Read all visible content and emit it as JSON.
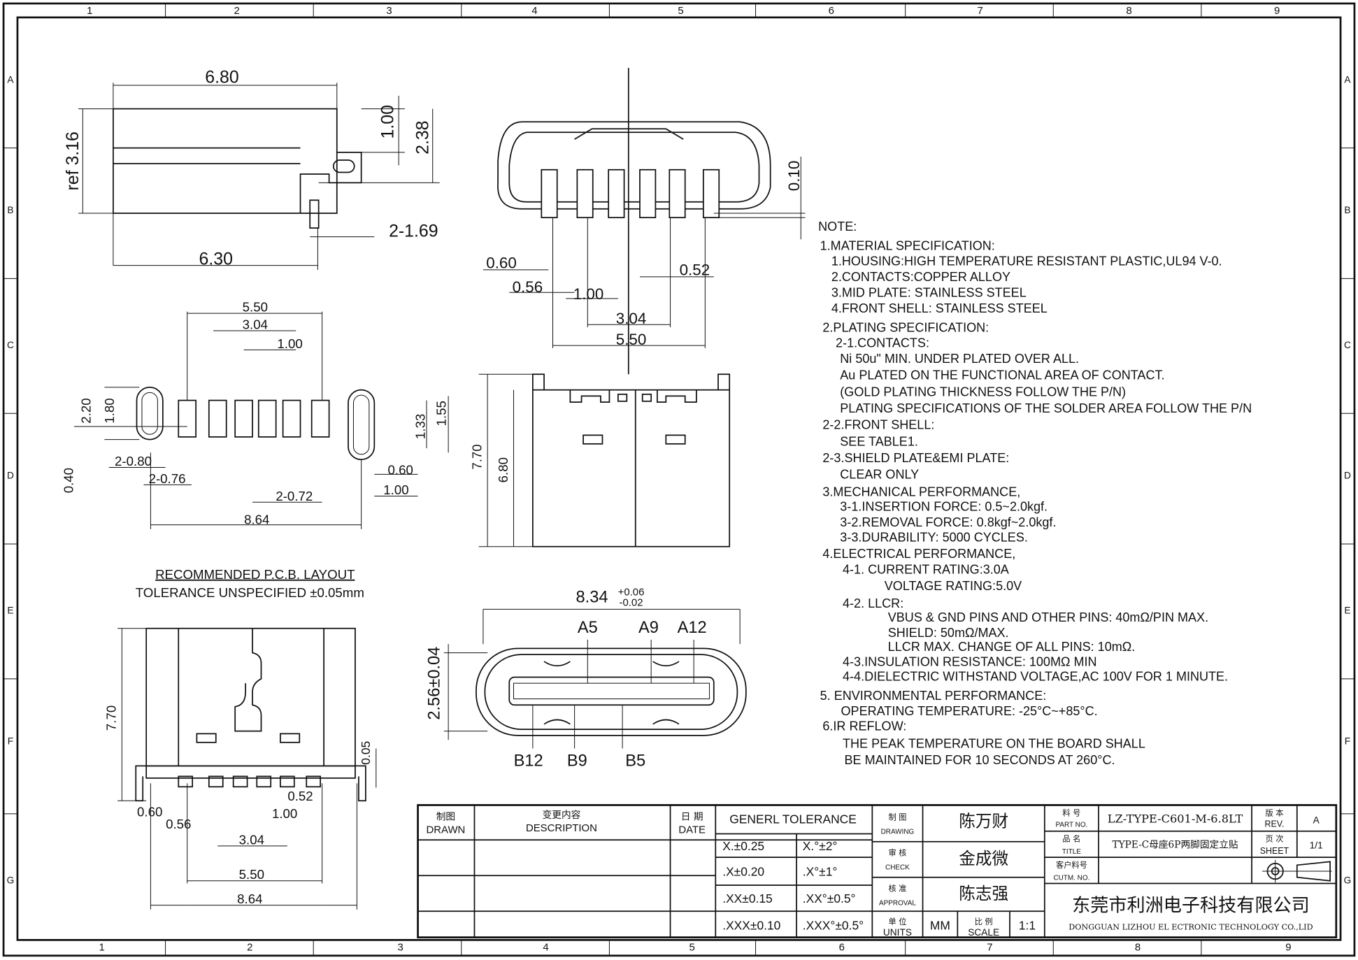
{
  "frame": {
    "zones_top": [
      "1",
      "2",
      "3",
      "4",
      "5",
      "6",
      "7",
      "8",
      "9"
    ],
    "zones_bottom": [
      "1",
      "2",
      "3",
      "4",
      "5",
      "6",
      "7",
      "8",
      "9"
    ],
    "rows_left": [
      "A",
      "B",
      "C",
      "D",
      "E",
      "F",
      "G"
    ],
    "rows_right": [
      "A",
      "B",
      "C",
      "D",
      "E",
      "F",
      "G"
    ]
  },
  "side_view": {
    "d_width_top": "6.80",
    "d_ref": "ref 3.16",
    "d_tab": "1.00",
    "d_height": "2.38",
    "d_pin": "2-1.69",
    "d_width_bottom": "6.30"
  },
  "front_view": {
    "d_gap": "0.10",
    "d_a": "0.60",
    "d_b": "0.56",
    "d_pitch": "1.00",
    "d_c": "0.52",
    "d_inner": "3.04",
    "d_outer": "5.50"
  },
  "pcb_layout": {
    "d_outer": "5.50",
    "d_inner": "3.04",
    "d_pitch": "1.00",
    "d_slot_h": "2.20",
    "d_slot_w": "1.80",
    "d_pad_a": "1.33",
    "d_pad_b": "1.55",
    "d_offset": "0.40",
    "d_slot1": "2-0.80",
    "d_slot2": "2-0.76",
    "d_pad_w": "2-0.72",
    "d_right1": "0.60",
    "d_right2": "1.00",
    "d_total": "8.64",
    "title": "RECOMMENDED   P.C.B. LAYOUT",
    "tolerance": "TOLERANCE  UNSPECIFIED  ±0.05mm"
  },
  "bottom_view": {
    "d_height": "7.70",
    "d_gap": "0.05",
    "d_a": "0.52",
    "d_pitch": "1.00",
    "d_b": "0.60",
    "d_c": "0.56",
    "d_inner": "3.04",
    "d_mid": "5.50",
    "d_total": "8.64"
  },
  "side_view_2": {
    "d_height": "7.70",
    "d_body": "6.80"
  },
  "face_view": {
    "d_width": "8.34",
    "d_tol_plus": "+0.06",
    "d_tol_minus": "-0.02",
    "d_height": "2.56±0.04",
    "pins_top": [
      "A5",
      "A9",
      "A12"
    ],
    "pins_bottom": [
      "B12",
      "B9",
      "B5"
    ]
  },
  "notes": [
    "NOTE:",
    "1.MATERIAL  SPECIFICATION:",
    "1.HOUSING:HIGH  TEMPERATURE  RESISTANT  PLASTIC,UL94  V-0.",
    "2.CONTACTS:COPPER  ALLOY",
    "3.MID  PLATE:  STAINLESS  STEEL",
    "4.FRONT  SHELL:  STAINLESS  STEEL",
    "2.PLATING  SPECIFICATION:",
    "2-1.CONTACTS:",
    "Ni  50u\"  MIN.  UNDER  PLATED  OVER  ALL.",
    "Au  PLATED  ON  THE  FUNCTIONAL  AREA  OF  CONTACT.",
    "(GOLD  PLATING  THICKNESS  FOLLOW  THE  P/N)",
    "PLATING  SPECIFICATIONS  OF  THE  SOLDER  AREA  FOLLOW  THE  P/N",
    "2-2.FRONT  SHELL:",
    "SEE  TABLE1.",
    "2-3.SHIELD  PLATE&EMI  PLATE:",
    "CLEAR  ONLY",
    "3.MECHANICAL  PERFORMANCE,",
    "3-1.INSERTION  FORCE:  0.5~2.0kgf.",
    "3-2.REMOVAL  FORCE:  0.8kgf~2.0kgf.",
    "3-3.DURABILITY:  5000  CYCLES.",
    "4.ELECTRICAL  PERFORMANCE,",
    "4-1.  CURRENT  RATING:3.0A",
    "VOLTAGE  RATING:5.0V",
    "4-2.  LLCR:",
    "VBUS  &  GND  PINS  AND  OTHER  PINS:  40mΩ/PIN  MAX.",
    "SHIELD:  50mΩ/MAX.",
    "LLCR  MAX.  CHANGE  OF  ALL  PINS:  10mΩ.",
    "4-3.INSULATION  RESISTANCE:  100MΩ    MIN",
    "4-4.DIELECTRIC  WITHSTAND  VOLTAGE,AC  100V  FOR  1  MINUTE.",
    "5.  ENVIRONMENTAL  PERFORMANCE:",
    "OPERATING  TEMPERATURE:  -25°C~+85°C.",
    "6.IR  REFLOW:",
    "THE  PEAK  TEMPERATURE  ON  THE  BOARD  SHALL",
    "BE  MAINTAINED  FOR  10  SECONDS  AT  260°C."
  ],
  "title_block": {
    "drawn_cn": "制图",
    "drawn_en": "DRAWN",
    "desc_cn": "变更内容",
    "desc_en": "DESCRIPTION",
    "date_cn": "日 期",
    "date_en": "DATE",
    "tol_header": "GENERL  TOLERANCE",
    "tolerances": [
      [
        "X.±0.25",
        "X.°±2°"
      ],
      [
        ".X±0.20",
        ".X°±1°"
      ],
      [
        ".XX±0.15",
        ".XX°±0.5°"
      ],
      [
        ".XXX±0.10",
        ".XXX°±0.5°"
      ]
    ],
    "drawing_cn": "制 图",
    "drawing_en": "DRAWING",
    "drawing_name": "陈万财",
    "check_cn": "审 核",
    "check_en": "CHECK",
    "check_name": "金成微",
    "approval_cn": "核 准",
    "approval_en": "APPROVAL",
    "approval_name": "陈志强",
    "units_cn": "单 位",
    "units_en": "UNITS",
    "units_value": "MM",
    "scale_cn": "比 例",
    "scale_en": "SCALE",
    "scale_value": "1:1",
    "part_cn": "料 号",
    "part_en": "PART NO.",
    "part_value": "LZ-TYPE-C601-M-6.8LT",
    "title_cn": "品 名",
    "title_en": "TITLE",
    "title_value": "TYPE-C母座6P两脚固定立贴",
    "cust_cn": "客户料号",
    "cust_en": "CUTM. NO.",
    "cust_value": "",
    "rev_cn": "版 本",
    "rev_en": "REV.",
    "rev_value": "A",
    "sheet_cn": "页 次",
    "sheet_en": "SHEET",
    "sheet_value": "1/1",
    "company_cn": "东莞市利洲电子科技有限公司",
    "company_en": "DONGGUAN LIZHOU EL ECTRONIC TECHNOLOGY CO.,LID"
  }
}
